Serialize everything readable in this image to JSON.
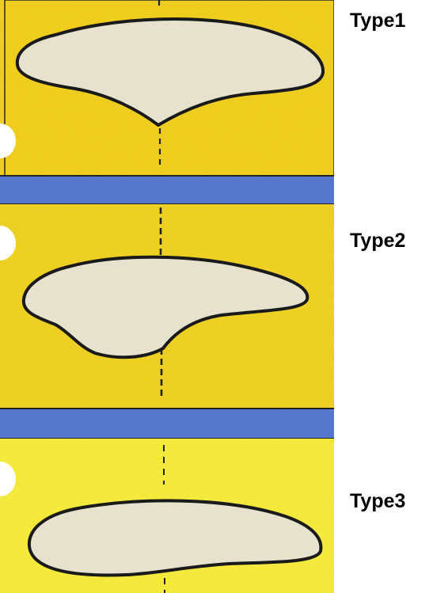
{
  "labels": {
    "type1": "Type1",
    "type2": "Type2",
    "type3": "Type3"
  },
  "colors": {
    "panel_yellow_1": "#f2cf1c",
    "panel_yellow_2": "#f0d221",
    "panel_yellow_3": "#f7ec3c",
    "separator_blue": "#5577cc",
    "shape_fill": "#e6e2cd",
    "outline": "#1a1a1a"
  },
  "icons": {
    "shape1": "tooth-outline-type1",
    "shape2": "tooth-outline-type2",
    "shape3": "tooth-outline-type3"
  }
}
